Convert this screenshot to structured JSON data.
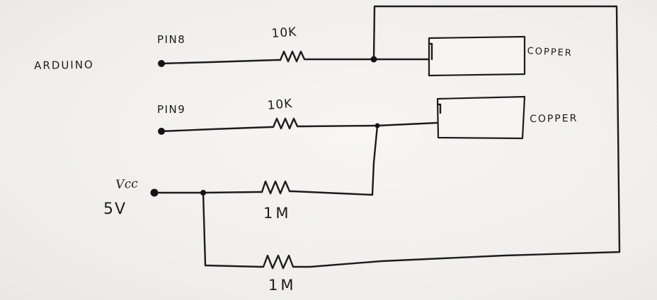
{
  "diagram": {
    "labels": {
      "arduino": "ARDUINO",
      "pin8": "PIN8",
      "pin9": "PIN9",
      "resistor_pin8": "10K",
      "resistor_pin9": "10K",
      "copper_top": "COPPER",
      "copper_bottom": "COPPER",
      "vcc": "Vcc",
      "supply_voltage": "5V",
      "resistor_vcc_upper": "1M",
      "resistor_vcc_lower": "1M"
    },
    "colors": {
      "ink": "#1c1c1e",
      "paper": "#f1f0ee"
    }
  }
}
